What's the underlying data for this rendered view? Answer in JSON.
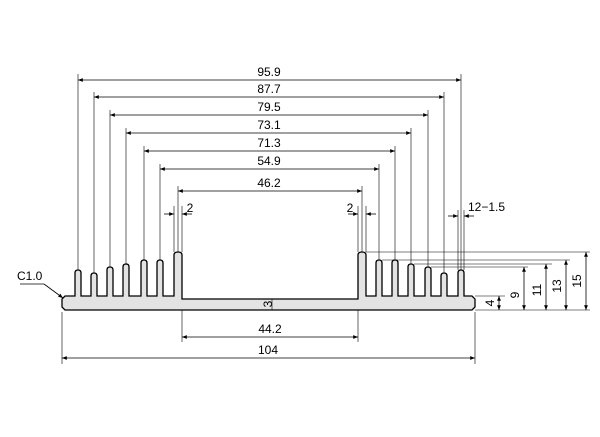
{
  "overall_widths": {
    "w959": "95.9",
    "w877": "87.7",
    "w795": "79.5",
    "w731": "73.1",
    "w713": "71.3",
    "w549": "54.9",
    "w462": "46.2"
  },
  "bottom": {
    "inner_gap": "44.2",
    "total_width": "104"
  },
  "callouts": {
    "chamfer": "C1.0",
    "left_fin_thickness": "2",
    "right_fin_thickness": "2",
    "fin_spec": "12−1.5",
    "base_thickness": "3"
  },
  "heights": {
    "h4": "4",
    "h9": "9",
    "h11": "11",
    "h13": "13",
    "h15": "15"
  }
}
